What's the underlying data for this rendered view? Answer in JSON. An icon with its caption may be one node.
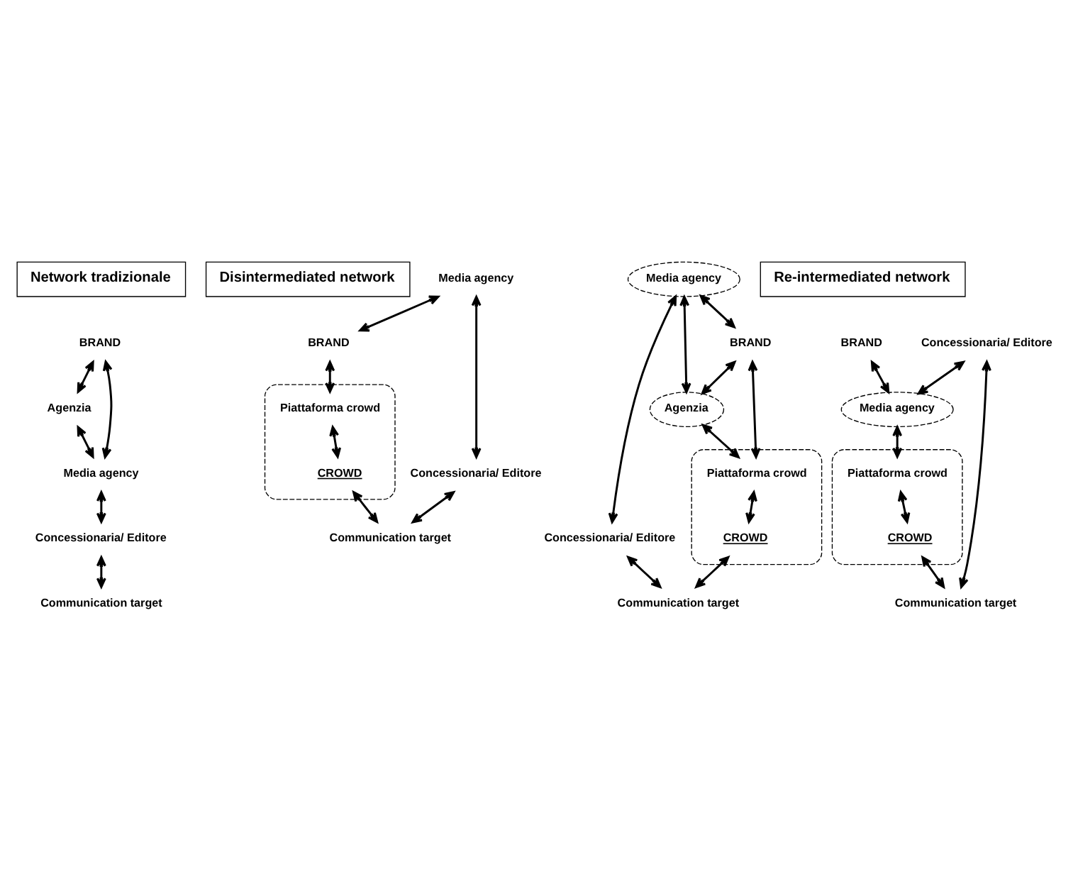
{
  "diagram": {
    "nodes": [
      {
        "text": [
          "Network tradizionale"
        ]
      },
      {
        "text": [
          "Disintermediated network"
        ]
      },
      {
        "text": [
          "Re-intermediated network"
        ]
      },
      {
        "text": [
          "BRAND"
        ]
      },
      {
        "text": [
          "Agenzia"
        ]
      },
      {
        "text": [
          "Media agency"
        ]
      },
      {
        "text": [
          "Concessionaria/ Editore"
        ]
      },
      {
        "text": [
          "Communication target"
        ]
      },
      {
        "text": [
          "BRAND"
        ]
      },
      {
        "text": [],
        "shape": "ellipse"
      },
      {
        "text": [
          "Piattaforma crowd"
        ],
        "in": 9
      },
      {
        "text": [
          "CROWD"
        ],
        "in": 9
      },
      {
        "text": [
          "Media agency"
        ]
      },
      {
        "text": [
          "Concessionaria/ Editore"
        ]
      },
      {
        "text": [
          "Communication target"
        ]
      },
      {
        "text": [
          "BRAND"
        ]
      },
      {
        "text": [
          "Agenzia"
        ]
      },
      {
        "text": [],
        "shape": "ellipse"
      },
      {
        "text": [
          "Piattaforma crowd"
        ],
        "in": 17
      },
      {
        "text": [
          "CROWD"
        ],
        "in": 17
      },
      {
        "text": [
          "Media agency"
        ]
      },
      {
        "text": [
          "Concessionaria/ Editore"
        ]
      },
      {
        "text": [
          "Communication target"
        ]
      },
      {
        "text": [
          "BRAND"
        ]
      },
      {
        "text": [
          "Media agency"
        ]
      },
      {
        "text": [],
        "shape": "ellipse"
      },
      {
        "text": [
          "Piattaforma crowd"
        ],
        "in": 25
      },
      {
        "text": [
          "CROWD"
        ],
        "in": 25
      },
      {
        "text": [
          "Concessionaria/ Editore"
        ]
      },
      {
        "text": [
          "Communication target"
        ]
      }
    ],
    "edges": [
      {
        "from": 3,
        "to": 4,
        "arrow": "both"
      },
      {
        "from": 3,
        "to": 5,
        "arrow": "both"
      },
      {
        "from": 4,
        "to": 5,
        "arrow": "both"
      },
      {
        "from": 5,
        "to": 6,
        "arrow": "both"
      },
      {
        "from": 6,
        "to": 7,
        "arrow": "both"
      },
      {
        "from": 12,
        "to": 8,
        "arrow": "both"
      },
      {
        "from": 8,
        "to": 10,
        "arrow": "both"
      },
      {
        "from": 10,
        "to": 11,
        "arrow": "both"
      },
      {
        "from": 12,
        "to": 13,
        "arrow": "both"
      },
      {
        "from": 11,
        "to": 14,
        "arrow": "both"
      },
      {
        "from": 13,
        "to": 14,
        "arrow": "both"
      },
      {
        "from": 20,
        "to": 15,
        "arrow": "both"
      },
      {
        "from": 20,
        "to": 16,
        "arrow": "both"
      },
      {
        "from": 15,
        "to": 16,
        "arrow": "both"
      },
      {
        "from": 15,
        "to": 18,
        "arrow": "both"
      },
      {
        "from": 16,
        "to": 18,
        "arrow": "both"
      },
      {
        "from": 18,
        "to": 19,
        "arrow": "both"
      },
      {
        "from": 20,
        "to": 21,
        "arrow": "both"
      },
      {
        "from": 19,
        "to": 22,
        "arrow": "both"
      },
      {
        "from": 21,
        "to": 22,
        "arrow": "both"
      },
      {
        "from": 28,
        "to": 24,
        "arrow": "both"
      },
      {
        "from": 23,
        "to": 24,
        "arrow": "both"
      },
      {
        "from": 24,
        "to": 26,
        "arrow": "both"
      },
      {
        "from": 26,
        "to": 27,
        "arrow": "both"
      },
      {
        "from": 27,
        "to": 29,
        "arrow": "both"
      },
      {
        "from": 28,
        "to": 29,
        "arrow": "both"
      }
    ]
  }
}
